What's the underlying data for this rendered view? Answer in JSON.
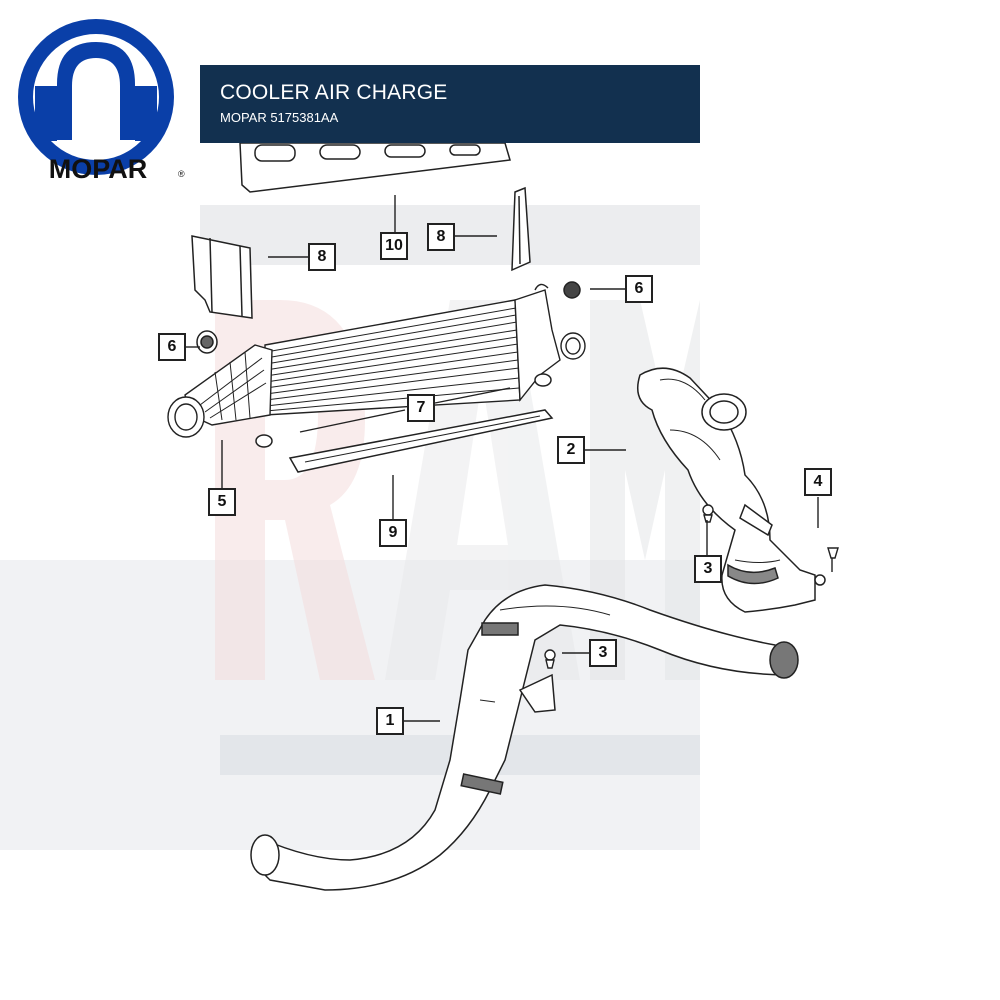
{
  "brand": {
    "logo_text": "MOPAR",
    "registered_mark": "®",
    "logo_color": "#0a3fa8"
  },
  "header": {
    "title": "COOLER AIR CHARGE",
    "subtitle": "MOPAR 5175381AA",
    "background": "#12304f"
  },
  "watermark": {
    "text": "RAM"
  },
  "callouts": [
    {
      "id": "callout-10",
      "number": "10"
    },
    {
      "id": "callout-8-left",
      "number": "8"
    },
    {
      "id": "callout-8-right",
      "number": "8"
    },
    {
      "id": "callout-6-right",
      "number": "6"
    },
    {
      "id": "callout-6-left",
      "number": "6"
    },
    {
      "id": "callout-7",
      "number": "7"
    },
    {
      "id": "callout-2",
      "number": "2"
    },
    {
      "id": "callout-5",
      "number": "5"
    },
    {
      "id": "callout-9",
      "number": "9"
    },
    {
      "id": "callout-4",
      "number": "4"
    },
    {
      "id": "callout-3-upper",
      "number": "3"
    },
    {
      "id": "callout-3-lower",
      "number": "3"
    },
    {
      "id": "callout-1",
      "number": "1"
    }
  ]
}
